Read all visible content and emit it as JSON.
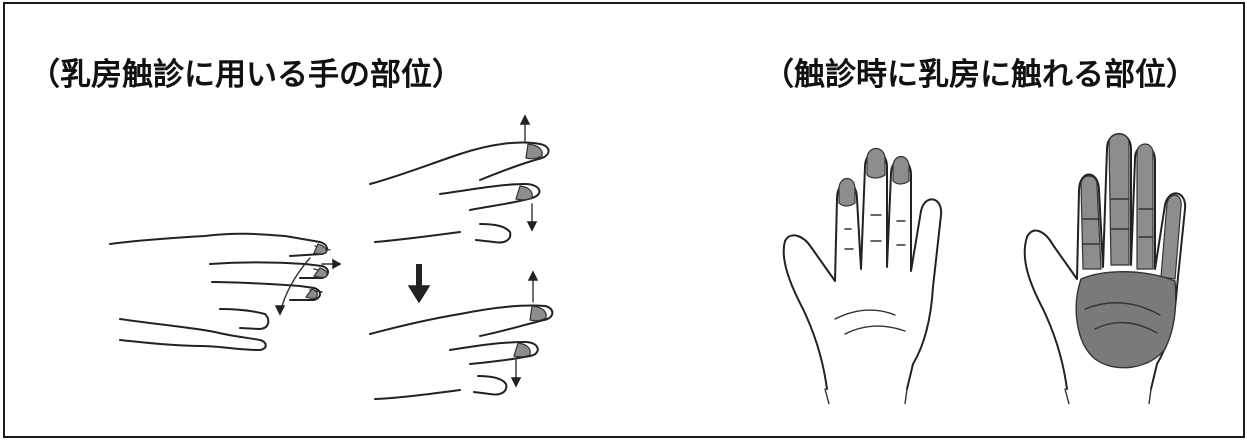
{
  "captions": {
    "left": "（乳房触診に用いる手の部位）",
    "right": "（触診時に乳房に触れる部位）"
  },
  "colors": {
    "border": "#1a1a1a",
    "ink": "#222222",
    "shading": "#8d8d8d"
  },
  "figures": {
    "left": [
      "side-view-hand-fingers-pressing",
      "fingertip-pad-press-step-1",
      "down-arrow",
      "fingertip-pad-press-step-2"
    ],
    "right": [
      "open-palm-fingertips-shaded",
      "open-palm-fingers-and-palm-shaded"
    ]
  }
}
